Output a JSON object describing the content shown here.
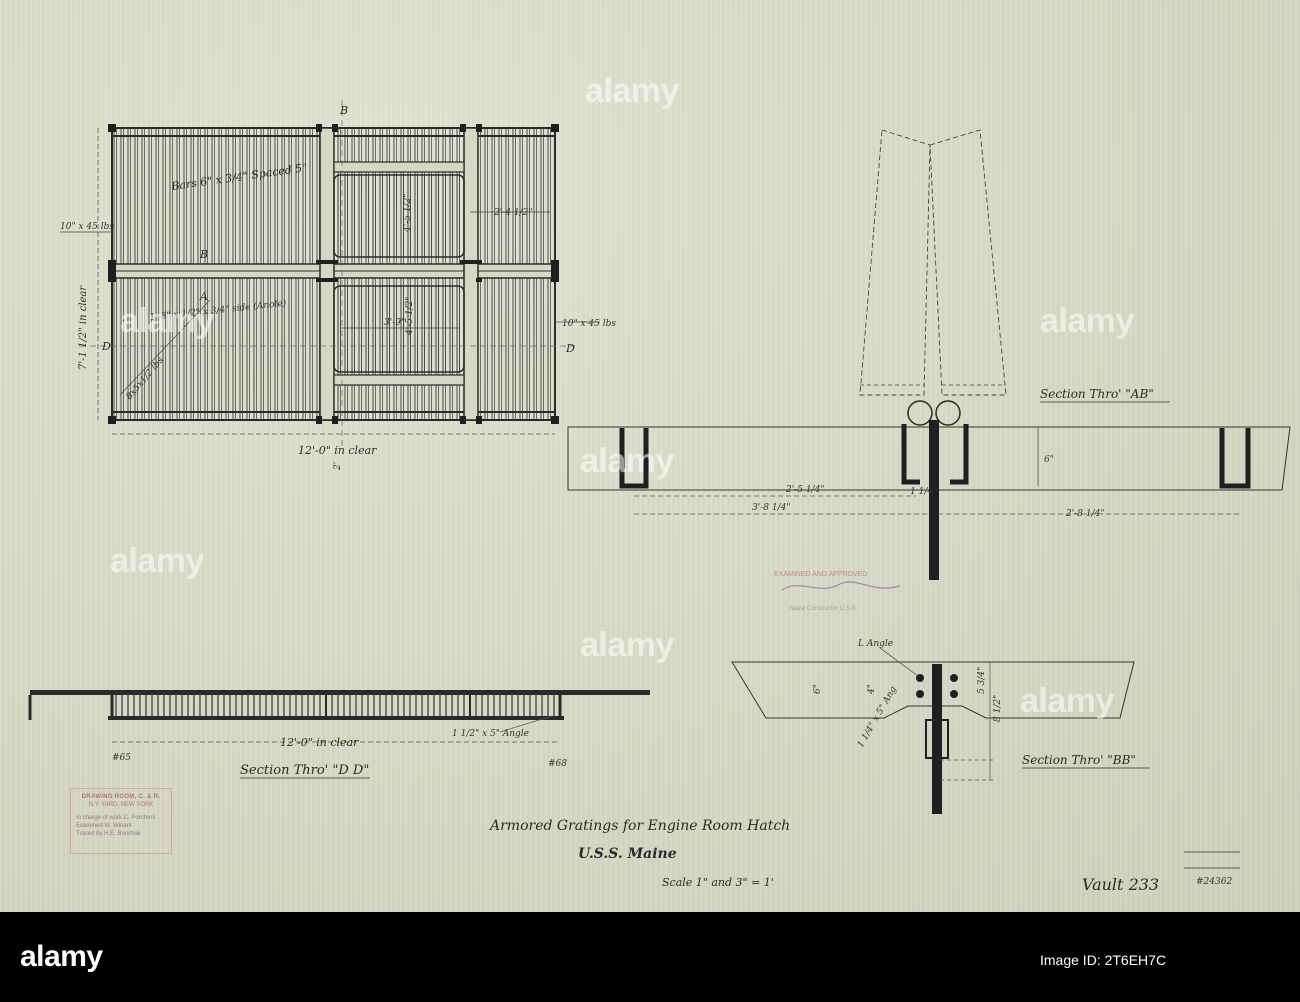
{
  "drawing": {
    "title_line1": "Armored Gratings for Engine Room Hatch",
    "title_line2": "U.S.S. Maine",
    "scale": "Scale 1\" and 3\" = 1'",
    "vault_note": "Vault 233",
    "file_number": "#24362"
  },
  "plan_view": {
    "bars_note": "Bars 6\" x 3/4\" Spaced 5\"",
    "left_beam": "10\" x 45 lbs",
    "right_beam": "10\" x 45 lbs",
    "clear_width": "12'-0\" in clear",
    "clear_height": "7'-1 1/2\" in clear",
    "angle_note": "1'-3\" x 1/2\" x 3/4\" side (Anole)",
    "corner_note": "8x5x1/2 lbs",
    "dim_2_4": "2'-4 1/2\"",
    "dim_3_9": "3'-9\"",
    "dim_4_5a": "4'-5 1/2\"",
    "dim_4_5b": "4'-5 1/2\"",
    "section_d_left": "D",
    "section_d_right": "D",
    "section_b_top": "B",
    "section_b_mid": "B",
    "section_a": "A",
    "dim_2": "2'"
  },
  "section_dd": {
    "label": "Section Thro' \"D D\"",
    "clear": "12'-0\" in clear",
    "angle": "1 1/2\" x 5\" Angle",
    "mark_left": "#65",
    "mark_right": "#68"
  },
  "section_ab": {
    "label": "Section Thro' \"AB\"",
    "dim_left_inner": "2'-5 1/4\"",
    "dim_left_outer": "3'-8 1/4\"",
    "dim_right": "2'-8 1/4\"",
    "dim_depth": "6\"",
    "dim_gap": "1 1/4\""
  },
  "section_bb": {
    "label": "Section Thro' \"BB\"",
    "angle_note": "L Angle",
    "angle_size": "1 1/4\" x 5\" Ang",
    "dim_6": "6\"",
    "dim_4": "4\"",
    "dim_5": "5 3/4\"",
    "dim_8": "8 1/2\""
  },
  "stamp": {
    "header": "DRAWING ROOM, C. & R.",
    "sub": "N.Y. YARD, NEW YORK",
    "row1": "In charge of work C. Porchers",
    "row2": "Examined W. Winant",
    "row3": "Traced by H.E. Bonchair"
  },
  "approval_stamp": "EXAMINED AND APPROVED",
  "approval_sub": "Naval Constructor U.S.N.",
  "brand": {
    "logo": "alamy",
    "watermark": "alamy",
    "footer_text": "Image ID: 2T6EH7C"
  }
}
